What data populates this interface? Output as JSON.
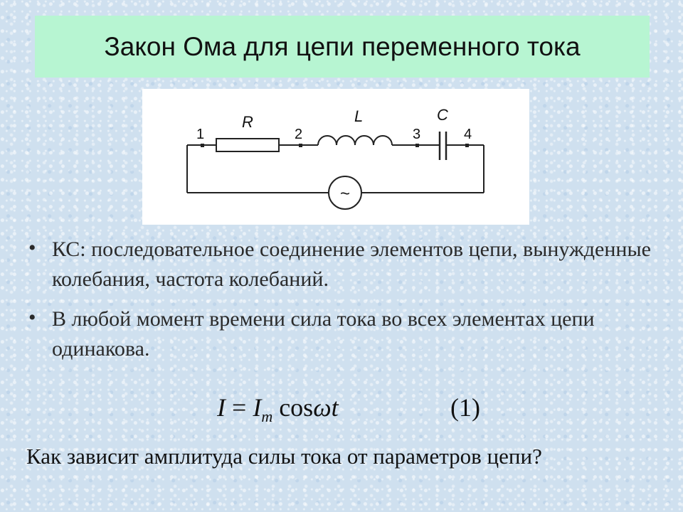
{
  "slide": {
    "title": "Закон Ома для цепи переменного тока"
  },
  "circuit": {
    "labels": {
      "R": "R",
      "L": "L",
      "C": "C",
      "node1": "1",
      "node2": "2",
      "node3": "3",
      "node4": "4",
      "source_symbol": "~"
    }
  },
  "bullets": [
    {
      "bullet": "•",
      "text": "КС: последовательное соединение элементов цепи, вынужденные колебания, частота колебаний."
    },
    {
      "bullet": "•",
      "text": "В любой момент времени сила тока во всех элементах цепи одинакова."
    }
  ],
  "formula": {
    "lhs": "I",
    "equals": " = ",
    "amp": "I",
    "amp_sub": "m",
    "func": " cos",
    "omega": "ω",
    "t": "t",
    "number": "(1)"
  },
  "question": "Как зависит амплитуда силы тока от параметров цепи?"
}
